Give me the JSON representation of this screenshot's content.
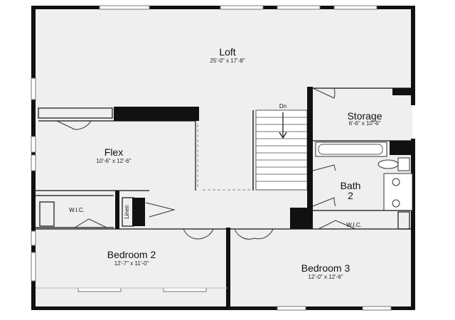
{
  "rooms": {
    "loft": {
      "name": "Loft",
      "dims": "25'-0\" x 17'-8\""
    },
    "storage": {
      "name": "Storage",
      "dims": "6'-6\" x 10'-6\""
    },
    "flex": {
      "name": "Flex",
      "dims": "10'-6\" x 12'-6\""
    },
    "bath": {
      "name": "Bath",
      "number": "2"
    },
    "bedroom2": {
      "name": "Bedroom 2",
      "dims": "12'-7\" x 11'-0\""
    },
    "bedroom3": {
      "name": "Bedroom 3",
      "dims": "12'-0\" x 12'-6\""
    }
  },
  "labels": {
    "wic_left": "W.I.C.",
    "wic_right": "W.I.C.",
    "linen": "Linen",
    "stairs": "Dn"
  }
}
